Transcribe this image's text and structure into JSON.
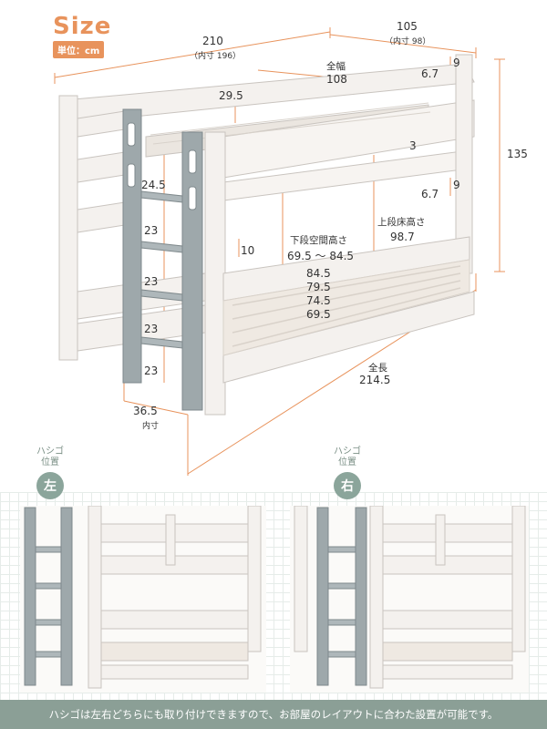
{
  "header": {
    "title": "Size",
    "unit_badge": "単位：cm"
  },
  "dimensions": {
    "width_total": "210",
    "width_inner": "（内寸 196）",
    "depth_total": "105",
    "depth_inner": "（内寸 98）",
    "full_width_label": "全幅",
    "full_width_value": "108",
    "height_total": "135",
    "top_rail": "29.5",
    "post_top": "9",
    "post_top_offset": "6.7",
    "gap_3": "3",
    "post_mid": "9",
    "post_mid_offset": "6.7",
    "ladder_top": "24.5",
    "ladder_step1": "23",
    "ladder_step2": "23",
    "ladder_step3": "23",
    "ladder_step4": "23",
    "lower_side": "10",
    "lower_space_label": "下段空間高さ",
    "lower_space_range": "69.5 ～ 84.5",
    "lower_space_values": [
      "84.5",
      "79.5",
      "74.5",
      "69.5"
    ],
    "upper_floor_label": "上段床高さ",
    "upper_floor_value": "98.7",
    "length_label": "全長",
    "length_value": "214.5",
    "ladder_width": "36.5",
    "ladder_width_inner": "内寸"
  },
  "ladder_positions": {
    "heading": "ハシゴ\n位置",
    "left_label": "左",
    "right_label": "右"
  },
  "footer": {
    "text": "ハシゴは左右どちらにも取り付けできますので、お部屋のレイアウトに合わた設置が可能です。"
  },
  "colors": {
    "accent": "#e8935c",
    "bed_white": "#f4f1ee",
    "ladder_gray": "#9ea8ab",
    "footer_bg": "#8b9f96",
    "badge_green": "#8ba59b"
  }
}
